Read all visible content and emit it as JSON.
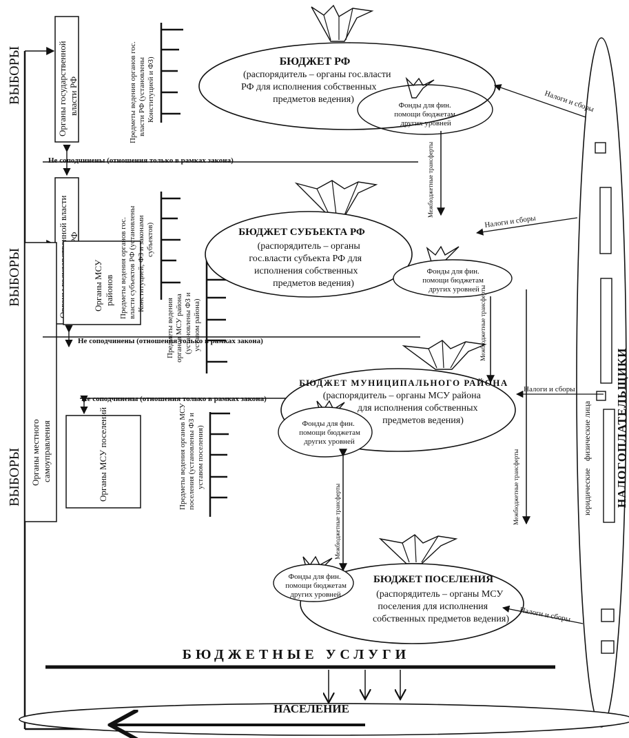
{
  "elections": {
    "left_1": "ВЫБОРЫ",
    "left_2": "ВЫБОРЫ",
    "left_3": "ВЫБОРЫ"
  },
  "authorities": {
    "rf": [
      "Органы государственной",
      "власти РФ"
    ],
    "subject": [
      "Органы государственной власти",
      "субъектов РФ"
    ],
    "msu": [
      "Органы местного",
      "самоуправления"
    ],
    "msu_districts": [
      "Органы МСУ",
      "районов"
    ],
    "msu_settlements": "Органы МСУ поселений"
  },
  "jurisdiction": {
    "rf": [
      "Предметы ведения органов гос.",
      "власти РФ (установлены",
      "Конституцией и ФЗ)"
    ],
    "subject": [
      "Предметы ведения органов гос.",
      "власти субъектов РФ (установлены",
      "Конституцией, ФЗ и законами",
      "субъектов)"
    ],
    "district": [
      "Предметы ведения",
      "органов МСУ района",
      "(установлены ФЗ и",
      "уставом района)"
    ],
    "settlement": [
      "Предметы ведения органов МСУ",
      "поселения (установлены ФЗ и",
      "уставом поселения)"
    ]
  },
  "not_subordinate": "Не соподчинены (отношения только в рамках закона)",
  "budgets": {
    "rf": {
      "title": "БЮДЖЕТ РФ",
      "lines": [
        "(распорядитель – органы гос.власти",
        "РФ для исполнения собственных",
        "предметов ведения)"
      ]
    },
    "subject": {
      "title": "БЮДЖЕТ СУБЪЕКТА РФ",
      "lines": [
        "(распорядитель – органы",
        "гос.власти субъекта РФ для",
        "исполнения собственных",
        "предметов ведения)"
      ]
    },
    "district": {
      "title": "БЮДЖЕТ МУНИЦИПАЛЬНОГО РАЙОНА",
      "lines": [
        "(распорядитель – органы МСУ района",
        "для исполнения собственных",
        "предметов ведения)"
      ]
    },
    "settlement": {
      "title": "БЮДЖЕТ ПОСЕЛЕНИЯ",
      "lines": [
        "(распорядитель – органы МСУ",
        "поселения для исполнения",
        "собственных предметов ведения)"
      ]
    }
  },
  "funds": [
    "Фонды для фин.",
    "помощи бюджетам",
    "других уровней"
  ],
  "transfers": "Межбюджетные трансферты",
  "taxes": "Налоги и сборы",
  "taxpayers": {
    "title": "НАЛОГОПЛАТЕЛЬЩИКИ",
    "legal": "юридические",
    "physical": "физические лица"
  },
  "budget_services": "БЮДЖЕТНЫЕ УСЛУГИ",
  "population": "НАСЕЛЕНИЕ"
}
